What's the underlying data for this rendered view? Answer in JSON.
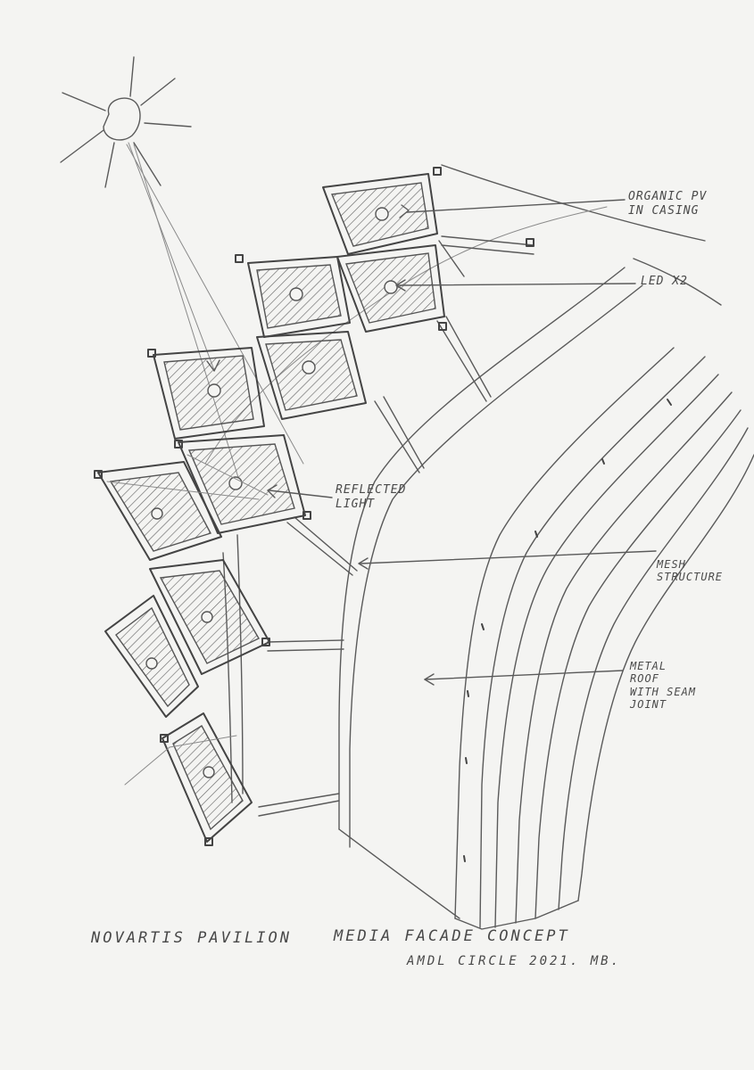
{
  "annotations": {
    "organic_pv": [
      "ORGANIC PV",
      "IN CASING"
    ],
    "led": [
      "LED x2"
    ],
    "reflected_light": [
      "REFLECTED",
      "LIGHT"
    ],
    "mesh_structure": [
      "MESH",
      "STRUCTURE"
    ],
    "metal_roof": [
      "METAL",
      "ROOF",
      "WITH SEAM",
      "JOINT"
    ]
  },
  "title": {
    "project": "NOVARTIS PAVILION",
    "concept": "MEDIA FACADE CONCEPT",
    "credit": "AMDL CIRCLE 2021. MB."
  },
  "icons": {
    "sun": "sun-icon",
    "panel": "pv-panel-icon"
  },
  "colors": {
    "paper": "#f4f4f2",
    "graphite": "#555555"
  }
}
